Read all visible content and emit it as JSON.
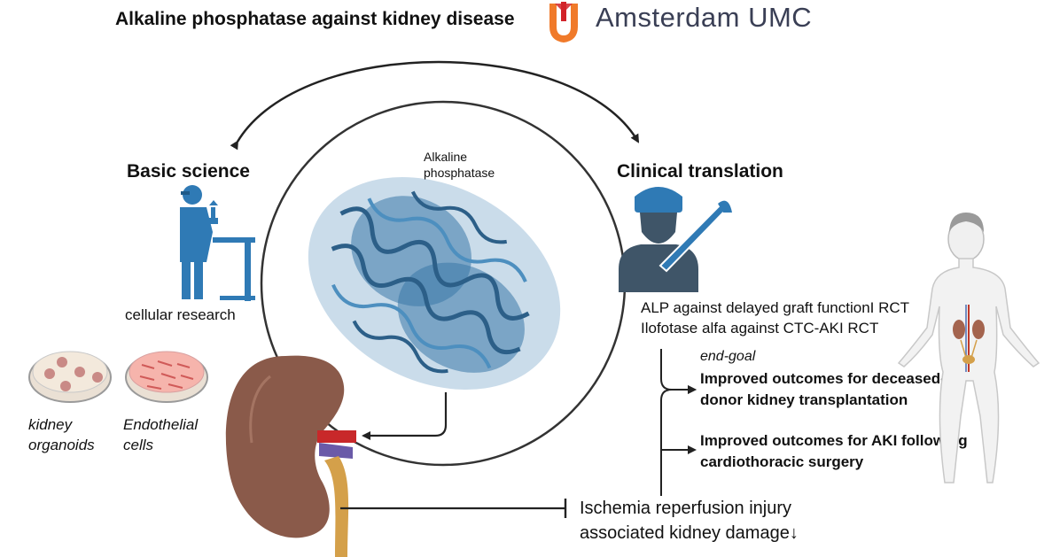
{
  "header": {
    "title": "Alkaline phosphatase against kidney disease",
    "logo_text": "Amsterdam UMC"
  },
  "basic": {
    "heading": "Basic science",
    "research_label": "cellular research",
    "organoids_line1": "kidney",
    "organoids_line2": "organoids",
    "endothelial_line1": "Endothelial",
    "endothelial_line2": "cells"
  },
  "center": {
    "enzyme_line1": "Alkaline",
    "enzyme_line2": "phosphatase"
  },
  "clinical": {
    "heading": "Clinical translation",
    "rct1": "ALP against delayed graft functionI RCT",
    "rct2": "Ilofotase alfa against CTC-AKI RCT",
    "end_goal": "end-goal",
    "outcome1_line1": "Improved outcomes for deceased-",
    "outcome1_line2": "donor kidney transplantation",
    "outcome2_line1": "Improved outcomes for AKI following",
    "outcome2_line2": "cardiothoracic surgery"
  },
  "injury": {
    "line1": "Ischemia reperfusion injury",
    "line2": "associated kidney damage↓"
  },
  "colors": {
    "protein": "#3b78a8",
    "figure_blue": "#2f7ab5",
    "surgeon_dark": "#3f5568",
    "kidney": "#8a5a4a",
    "logo_orange": "#f07a2a",
    "logo_red": "#d2232a"
  }
}
